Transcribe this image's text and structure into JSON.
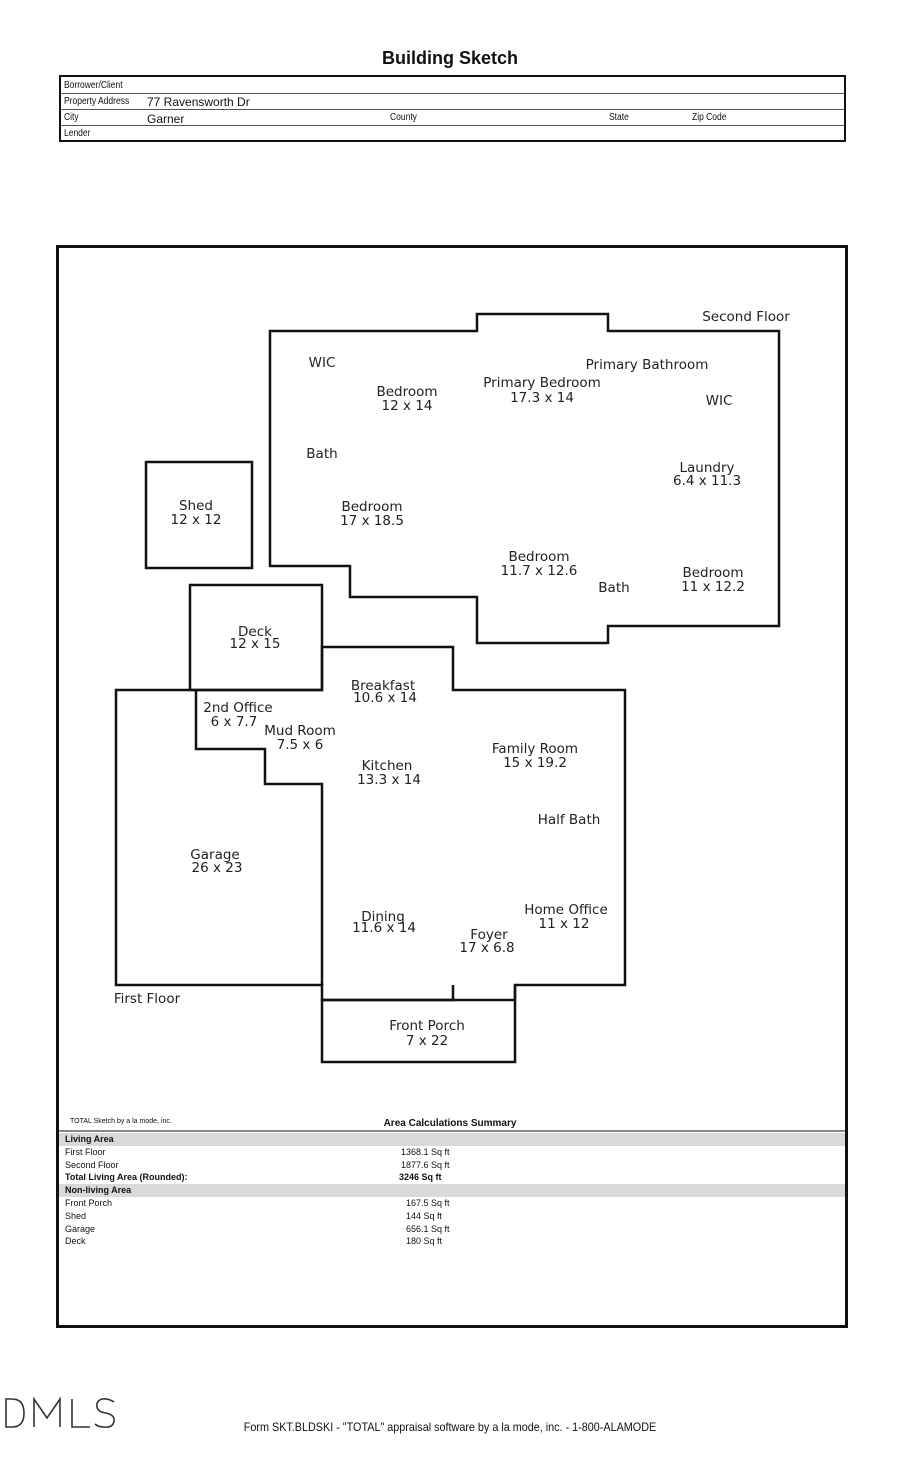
{
  "title": "Building Sketch",
  "header": {
    "borrower_label": "Borrower/Client",
    "borrower_value": "",
    "address_label": "Property Address",
    "address_value": "77 Ravensworth Dr",
    "city_label": "City",
    "city_value": "Garner",
    "county_label": "County",
    "state_label": "State",
    "zip_label": "Zip Code",
    "lender_label": "Lender"
  },
  "floor_labels": {
    "second": "Second Floor",
    "first": "First Floor"
  },
  "rooms": {
    "wic1": "WIC",
    "bedroom1_name": "Bedroom",
    "bedroom1_dim": "12 x 14",
    "primary_bedroom_name": "Primary Bedroom",
    "primary_bedroom_dim": "17.3 x 14",
    "primary_bath": "Primary Bathroom",
    "wic2": "WIC",
    "bath1": "Bath",
    "laundry_name": "Laundry",
    "laundry_dim": "6.4 x 11.3",
    "shed_name": "Shed",
    "shed_dim": "12 x 12",
    "bedroom2_name": "Bedroom",
    "bedroom2_dim": "17 x 18.5",
    "bedroom3_name": "Bedroom",
    "bedroom3_dim": "11.7 x 12.6",
    "bath2": "Bath",
    "bedroom4_name": "Bedroom",
    "bedroom4_dim": "11 x 12.2",
    "deck_name": "Deck",
    "deck_dim": "12 x 15",
    "breakfast_name": "Breakfast",
    "breakfast_dim": "10.6 x 14",
    "office2_name": "2nd Office",
    "office2_dim": "6 x 7.7",
    "mudroom_name": "Mud Room",
    "mudroom_dim": "7.5 x 6",
    "kitchen_name": "Kitchen",
    "kitchen_dim": "13.3 x 14",
    "family_name": "Family Room",
    "family_dim": "15 x 19.2",
    "halfbath": "Half Bath",
    "garage_name": "Garage",
    "garage_dim": "26 x 23",
    "dining_name": "Dining",
    "dining_dim": "11.6 x 14",
    "home_office_name": "Home Office",
    "home_office_dim": "11 x 12",
    "foyer_name": "Foyer",
    "foyer_dim": "17 x 6.8",
    "porch_name": "Front Porch",
    "porch_dim": "7 x 22"
  },
  "credit": "TOTAL Sketch by a la mode, inc.",
  "summary": {
    "title": "Area Calculations Summary",
    "living_label": "Living Area",
    "first_floor_label": "First Floor",
    "first_floor_value": "1368.1 Sq ft",
    "second_floor_label": "Second Floor",
    "second_floor_value": "1877.6 Sq ft",
    "total_label": "Total Living Area (Rounded):",
    "total_value": "3246 Sq ft",
    "nonliving_label": "Non-living Area",
    "porch_label": "Front Porch",
    "porch_value": "167.5 Sq ft",
    "shed_label": "Shed",
    "shed_value": "144 Sq ft",
    "garage_label": "Garage",
    "garage_value": "656.1 Sq ft",
    "deck_label": "Deck",
    "deck_value": "180 Sq ft"
  },
  "footer": "Form SKT.BLDSKI - \"TOTAL\" appraisal software by a la mode, inc. - 1-800-ALAMODE",
  "logo_text": "DMLS"
}
